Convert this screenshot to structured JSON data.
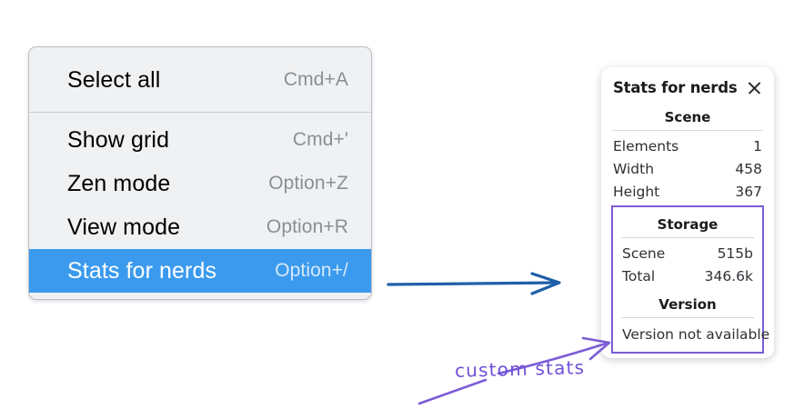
{
  "context_menu": {
    "groups": [
      {
        "items": [
          {
            "label": "Select all",
            "shortcut": "Cmd+A",
            "selected": false
          }
        ]
      },
      {
        "items": [
          {
            "label": "Show grid",
            "shortcut": "Cmd+'",
            "selected": false
          },
          {
            "label": "Zen mode",
            "shortcut": "Option+Z",
            "selected": false
          },
          {
            "label": "View mode",
            "shortcut": "Option+R",
            "selected": false
          },
          {
            "label": "Stats for nerds",
            "shortcut": "Option+/",
            "selected": true
          }
        ]
      }
    ],
    "highlight_color": "#3b9aee"
  },
  "stats_panel": {
    "title": "Stats for nerds",
    "close_icon": "close-icon",
    "sections": [
      {
        "name": "scene",
        "title": "Scene",
        "rows": [
          {
            "label": "Elements",
            "value": "1"
          },
          {
            "label": "Width",
            "value": "458"
          },
          {
            "label": "Height",
            "value": "367"
          }
        ]
      },
      {
        "name": "storage",
        "title": "Storage",
        "rows": [
          {
            "label": "Scene",
            "value": "515b"
          },
          {
            "label": "Total",
            "value": "346.6k"
          }
        ]
      },
      {
        "name": "version",
        "title": "Version",
        "text": "Version not available"
      }
    ],
    "highlight_border_color": "#7c5cd6"
  },
  "annotations": {
    "label": "custom stats",
    "label_color": "#6f4fd8",
    "flow_arrow_color": "#1f5fa8",
    "pointer_arrow_color": "#7c5cd6"
  }
}
